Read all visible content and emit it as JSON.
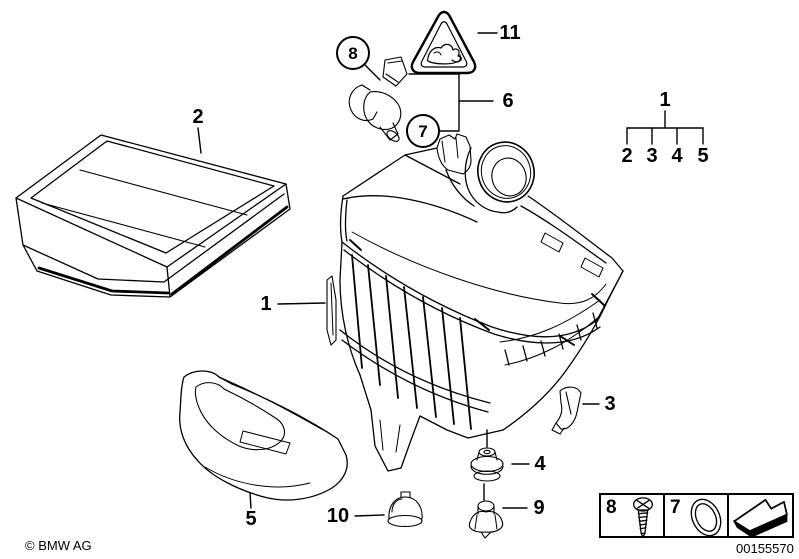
{
  "colors": {
    "background": "#ffffff",
    "line": "#000000"
  },
  "callouts": {
    "c1": "1",
    "c2": "2",
    "c3": "3",
    "c4": "4",
    "c5": "5",
    "c6": "6",
    "c7": "7",
    "c8": "8",
    "c9": "9",
    "c10": "10",
    "c11": "11"
  },
  "legend_tree": {
    "parent": "1",
    "children": [
      "2",
      "3",
      "4",
      "5"
    ]
  },
  "fastener_boxes": [
    {
      "label": "8",
      "icon": "screw-icon"
    },
    {
      "label": "7",
      "icon": "o-ring-icon"
    },
    {
      "label": "",
      "icon": "direction-arrow-icon"
    }
  ],
  "footer": {
    "copyright": "© BMW AG",
    "drawing_number": "00155570"
  }
}
